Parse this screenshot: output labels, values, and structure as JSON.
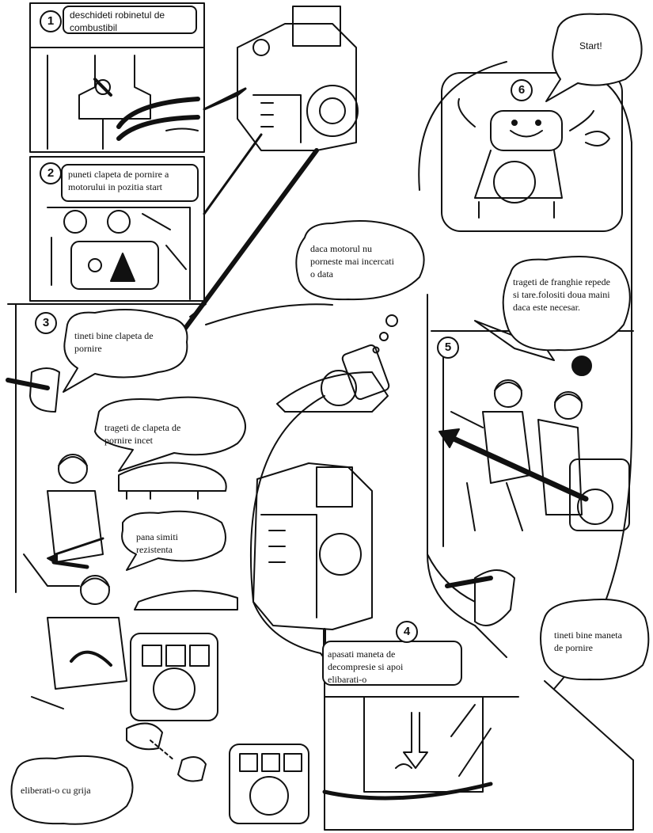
{
  "steps": [
    {
      "number": "1",
      "text": "deschideti robinetul de\ncombustibil"
    },
    {
      "number": "2",
      "text": "puneti clapeta de pornire a\nmotorului in pozitia start"
    },
    {
      "number": "3",
      "text": "tineti bine clapeta de\npornire"
    },
    {
      "number": "4",
      "text": "apasati maneta de\ndecompresie si apoi\nelibarati-o"
    },
    {
      "number": "5",
      "text": "trageti de franghie repede\nsi tare.folositi doua maini\ndaca este necesar."
    },
    {
      "number": "6",
      "text": "Start!"
    }
  ],
  "bubbles": {
    "pull_slowly": "trageti de clapeta de\npornire incet",
    "until_resistance": "pana simiti\nrezistenta",
    "release_gently": "eliberati-o cu grija",
    "retry": "daca motorul nu\nporneste mai incercati\no data",
    "hold_handle": "tineti bine maneta\nde pornire"
  },
  "icons": {
    "engine": "engine-illustration",
    "worker": "worker-illustration",
    "generator": "generator-illustration",
    "hand": "hand-illustration"
  }
}
